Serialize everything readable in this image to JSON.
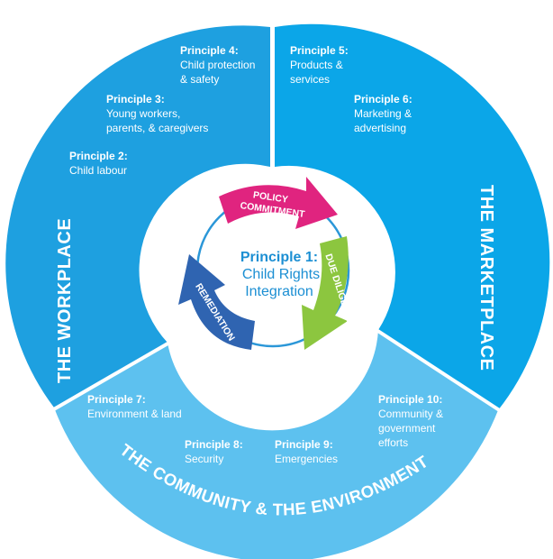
{
  "colors": {
    "workplace": "#1ea0e0",
    "marketplace": "#0ba6e8",
    "community": "#5dc1ef",
    "center_ring": "#2b97d8",
    "center_text": "#1c8fd3",
    "policy_arrow": "#e0247f",
    "due_diligence_arrow": "#8cc63f",
    "remediation_arrow": "#2f64b1"
  },
  "sectors": {
    "workplace": {
      "label": "THE WORKPLACE",
      "principles": [
        {
          "title": "Principle 4:",
          "lines": [
            "Child protection",
            "& safety"
          ]
        },
        {
          "title": "Principle 3:",
          "lines": [
            "Young workers,",
            "parents, & caregivers"
          ]
        },
        {
          "title": "Principle 2:",
          "lines": [
            "Child labour"
          ]
        }
      ]
    },
    "marketplace": {
      "label": "THE MARKETPLACE",
      "principles": [
        {
          "title": "Principle 5:",
          "lines": [
            "Products &",
            "services"
          ]
        },
        {
          "title": "Principle 6:",
          "lines": [
            "Marketing &",
            "advertising"
          ]
        }
      ]
    },
    "community": {
      "label": "THE COMMUNITY & THE ENVIRONMENT",
      "principles": [
        {
          "title": "Principle 7:",
          "lines": [
            "Environment & land"
          ]
        },
        {
          "title": "Principle 8:",
          "lines": [
            "Security"
          ]
        },
        {
          "title": "Principle 9:",
          "lines": [
            "Emergencies"
          ]
        },
        {
          "title": "Principle 10:",
          "lines": [
            "Community &",
            "government",
            "efforts"
          ]
        }
      ]
    }
  },
  "center": {
    "title": "Principle 1:",
    "lines": [
      "Child Rights",
      "Integration"
    ]
  },
  "cycle_arrows": {
    "policy": [
      "POLICY",
      "COMMITMENT"
    ],
    "due_diligence": "DUE DILIGENCE",
    "remediation": "REMEDIATION"
  }
}
